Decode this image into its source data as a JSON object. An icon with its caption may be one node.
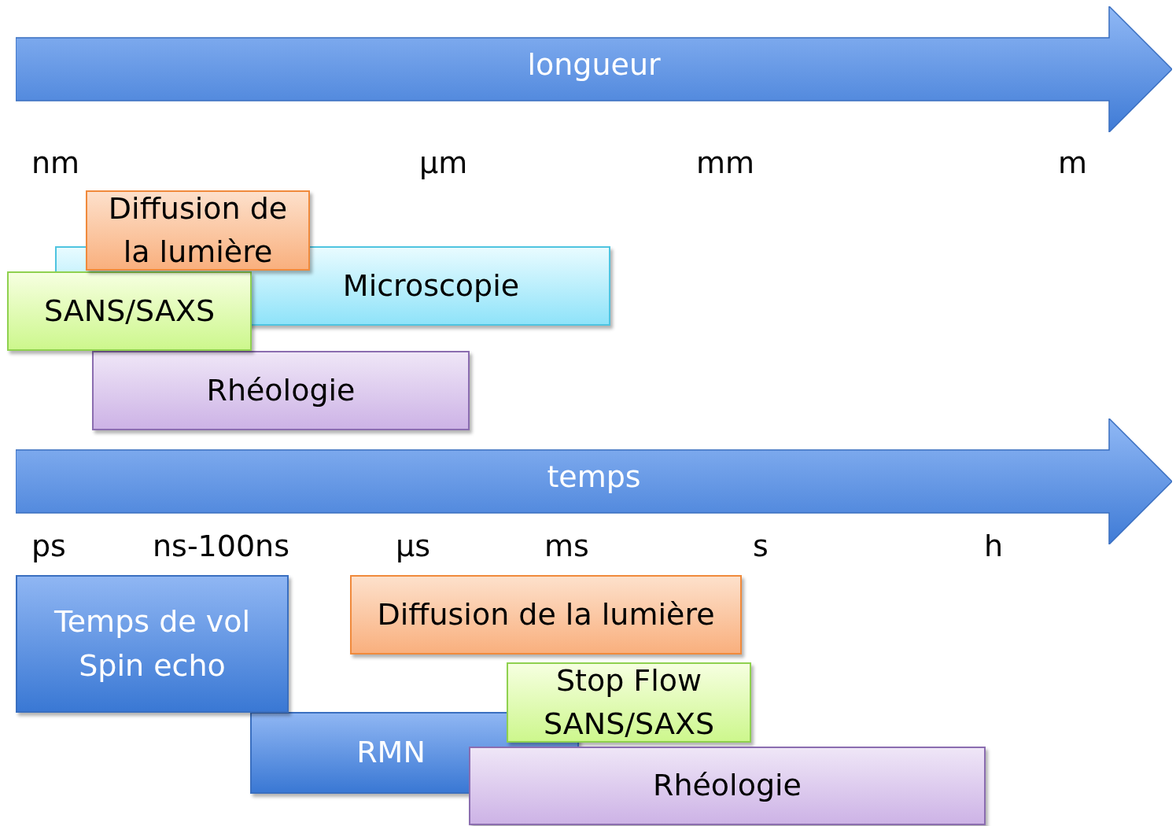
{
  "diagram": {
    "nodes": [
      {
        "text": [
          "longueur"
        ]
      },
      {
        "text": [
          "Diffusion de la lumière"
        ]
      },
      {
        "text": [
          "Microscopie"
        ]
      },
      {
        "text": [
          "SANS/SAXS"
        ]
      },
      {
        "text": [
          "Rhéologie"
        ]
      },
      {
        "text": [
          "temps"
        ]
      },
      {
        "text": [
          "Temps de vol",
          "Spin echo"
        ]
      },
      {
        "text": [
          "Diffusion de la lumière"
        ]
      },
      {
        "text": [
          "RMN"
        ]
      },
      {
        "text": [
          "Stop Flow",
          "SANS/SAXS"
        ]
      },
      {
        "text": [
          "Rhéologie"
        ]
      }
    ],
    "edges": [],
    "labels": [
      "nm",
      "µm",
      "mm",
      "m",
      "ps",
      "ns-100ns",
      "µs",
      "ms",
      "s",
      "h"
    ]
  }
}
